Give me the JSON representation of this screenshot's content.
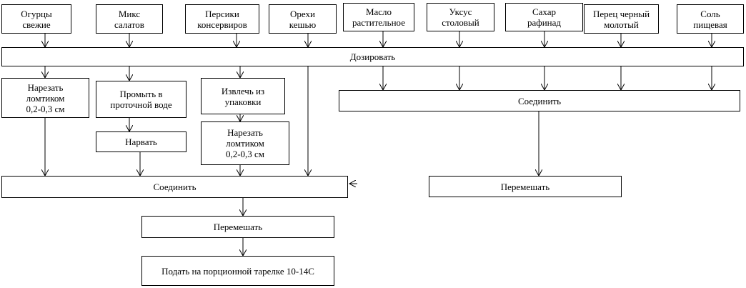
{
  "ingredients": {
    "cucumbers": "Огурцы\nсвежие",
    "salad_mix": "Микс\nсалатов",
    "peaches": "Персики\nконсервиров",
    "cashews": "Орехи\nкешью",
    "oil": "Масло\nрастительное",
    "vinegar": "Уксус\nстоловый",
    "sugar": "Сахар\nрафинад",
    "pepper": "Перец черный\nмолотый",
    "salt": "Соль\nпищевая"
  },
  "steps": {
    "dose": "Дозировать",
    "slice_cucumbers": "Нарезать\nломтиком\n0,2-0,3 см",
    "rinse_salad": "Промыть в\nпроточной воде",
    "tear_salad": "Нарвать",
    "remove_peaches": "Извлечь из\nупаковки",
    "slice_peaches": "Нарезать\nломтиком\n0,2-0,3 см",
    "combine_dressing": "Соединить",
    "mix_dressing": "Перемешать",
    "combine_salad": "Соединить",
    "mix_salad": "Перемешать",
    "serve": "Подать на порционной тарелке 10-14С"
  }
}
